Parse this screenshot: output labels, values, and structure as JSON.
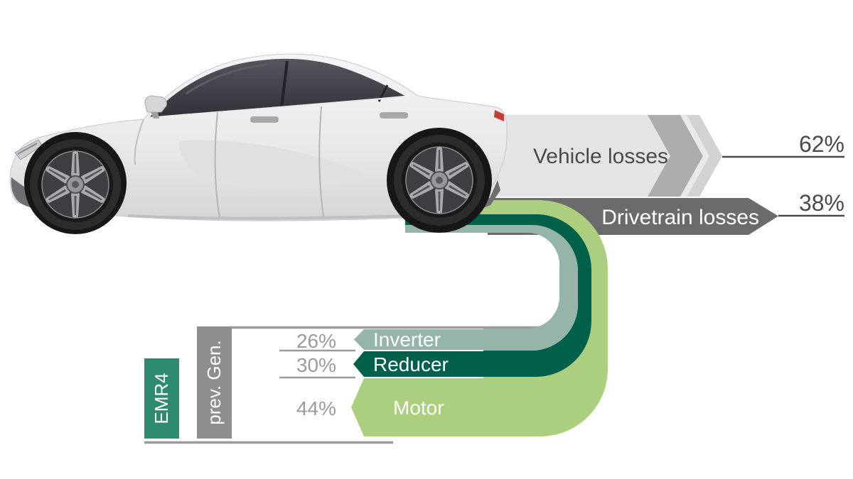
{
  "flows": {
    "vehicle": {
      "label": "Vehicle losses",
      "value": "62%"
    },
    "drivetrain": {
      "label": "Drivetrain losses",
      "value": "38%"
    }
  },
  "components": [
    {
      "label": "Inverter",
      "value": "26%"
    },
    {
      "label": "Reducer",
      "value": "30%"
    },
    {
      "label": "Motor",
      "value": "44%"
    }
  ],
  "generations": {
    "current": "EMR4",
    "previous": "prev. Gen."
  },
  "colors": {
    "vehicle_band": "#E4E4E6",
    "vehicle_chevron": "#ACACAE",
    "vehicle_stripe": "#E9E9EB",
    "vehicle_tip": "#D2D2D4",
    "drivetrain_band": "#6B6B6D",
    "inverter": "#96B5A9",
    "reducer": "#00604A",
    "motor": "#ABCF7E",
    "emr4_bar": "#2F8B6F",
    "prev_gen_bar": "#8E8E8E",
    "rule_gray": "#9B9B9B",
    "text_dark": "#4A4A4A",
    "text_light": "#FFFFFF"
  }
}
